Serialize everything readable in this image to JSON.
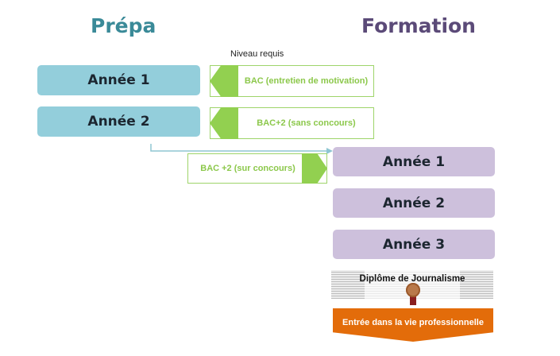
{
  "titles": {
    "prepa": "Prépa",
    "formation": "Formation"
  },
  "niveau_label": "Niveau requis",
  "prepa": [
    {
      "label": "Année 1",
      "requirement": "BAC (entretien de motivation)"
    },
    {
      "label": "Année 2",
      "requirement": "BAC+2 (sans concours)"
    }
  ],
  "formation_requirement": "BAC +2 (sur concours)",
  "formation": [
    "Année 1",
    "Année 2",
    "Année 3"
  ],
  "diploma": "Diplôme de Journalisme",
  "career": "Entrée dans la vie professionnelle",
  "colors": {
    "prepa": "#93cedb",
    "formation": "#cdc0dc",
    "requirement": "#92d050",
    "career": "#e36c0a",
    "prepa_title": "#3a8a98",
    "formation_title": "#5b4a78"
  }
}
